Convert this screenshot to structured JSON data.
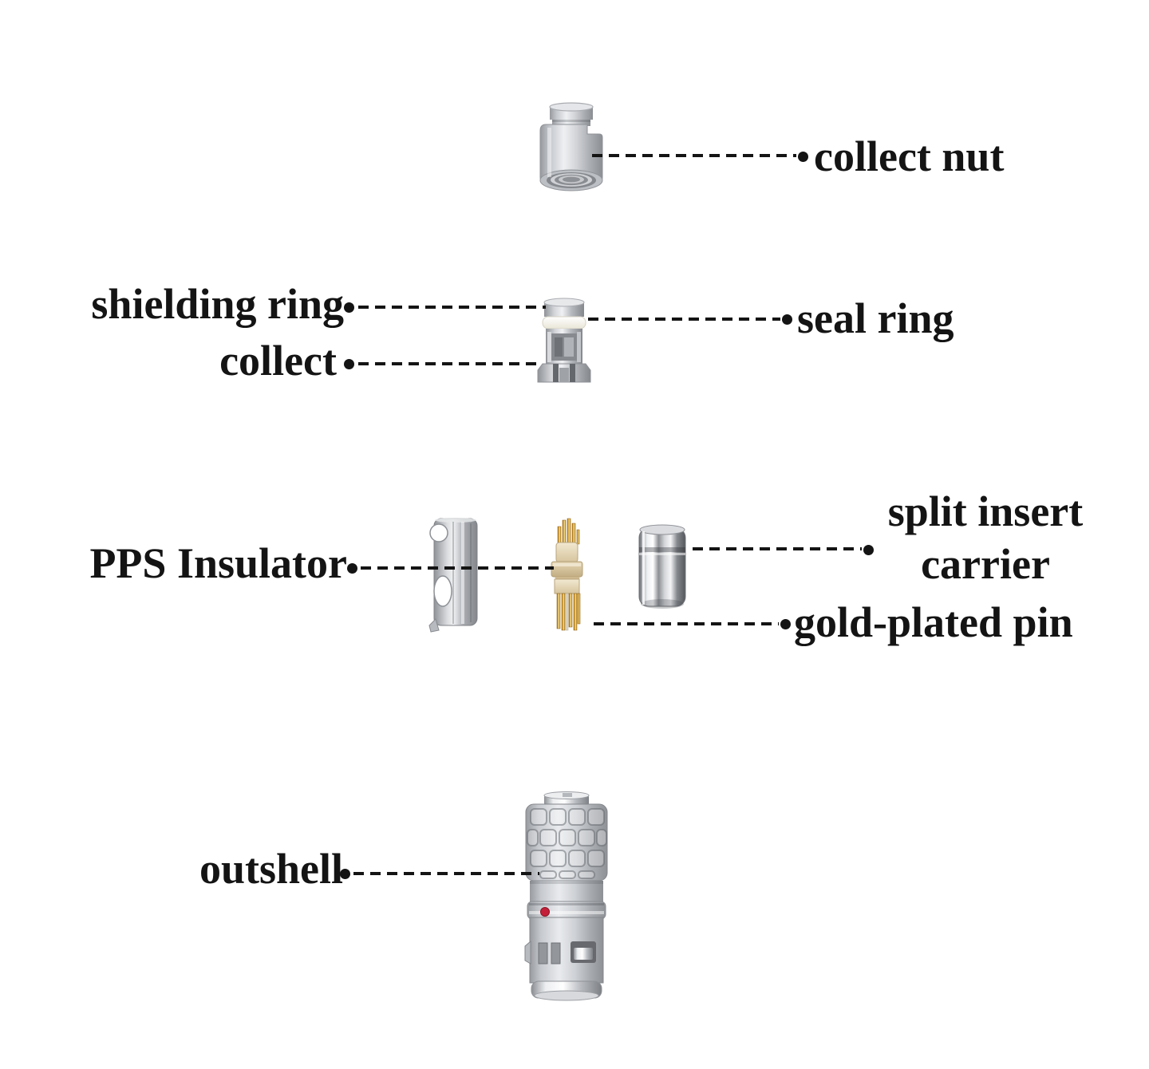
{
  "labels": {
    "collect_nut": "collect nut",
    "shielding_ring": "shielding ring",
    "collect": "collect",
    "seal_ring": "seal ring",
    "pps_insulator": "PPS Insulator",
    "split_insert_carrier_line1": "split insert",
    "split_insert_carrier_line2": "carrier",
    "gold_plated_pin": "gold-plated pin",
    "outshell": "outshell"
  },
  "parts": {
    "collect_nut": "collect nut",
    "seal_collect_assembly": "shielding ring / seal ring / collect assembly",
    "pps_insulator_shell": "PPS insulator half-shell",
    "pin_insert": "insert with gold-plated pins",
    "split_insert_carrier": "split insert carrier",
    "outshell": "outshell body"
  },
  "colors": {
    "background": "#ffffff",
    "label_text": "#141414",
    "leader_line": "#141414",
    "metal_light": "#eef0f2",
    "metal_mid": "#c3c6cb",
    "metal_dark": "#8b8e93",
    "chrome_bright": "#f5f7f9",
    "chrome_dark": "#63666b",
    "insulator_cream": "#ddcba4",
    "pin_gold": "#d9a12e",
    "indicator_red": "#c5203a"
  }
}
